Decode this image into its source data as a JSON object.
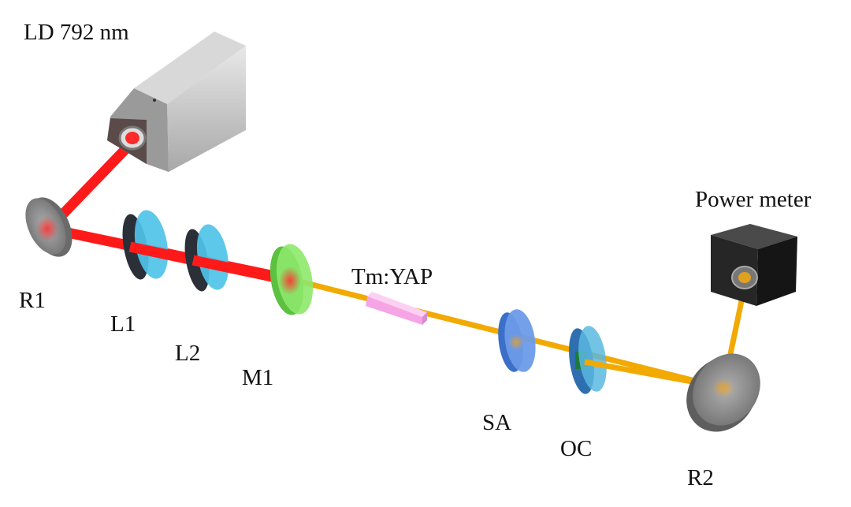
{
  "labels": {
    "laser": "LD 792 nm",
    "r1": "R1",
    "l1": "L1",
    "l2": "L2",
    "m1": "M1",
    "crystal": "Tm:YAP",
    "sa": "SA",
    "oc": "OC",
    "power_meter": "Power meter",
    "r2": "R2"
  },
  "colors": {
    "pump_beam": "#ff1a1a",
    "laser_beam": "#f2a900",
    "lens": "#4fc3e8",
    "m1": "#7de060",
    "crystal": "#f7a6e8",
    "sa": "#5a8fe0",
    "mirror": "#8a8a8a"
  }
}
